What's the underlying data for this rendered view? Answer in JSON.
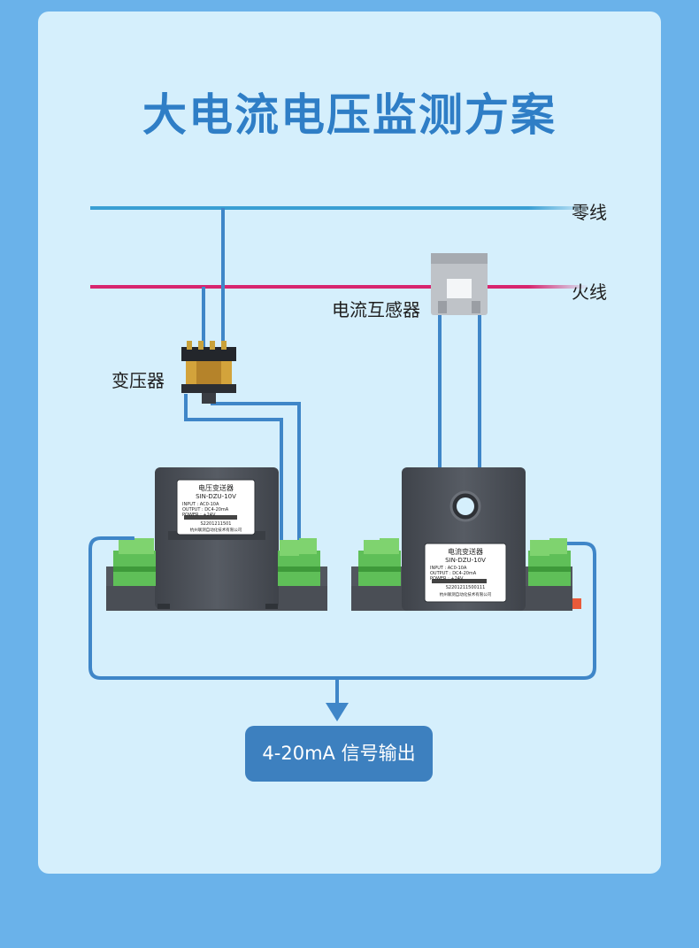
{
  "title": "大电流电压监测方案",
  "labels": {
    "neutral_line": "零线",
    "live_line": "火线",
    "current_transformer": "电流互感器",
    "transformer": "变压器"
  },
  "devices": [
    {
      "title": "电压变送器",
      "model": "SIN-DZU-10V",
      "input": "INPUT : AC0-10A",
      "output": "OUTPUT : DC4-20mA",
      "power": "POWER : +24V",
      "serial": "S2201211501",
      "company": "杭州联测自动化技术有限公司"
    },
    {
      "title": "电流变送器",
      "model": "SIN-DZU-10V",
      "input": "INPUT : AC0-10A",
      "output": "OUTPUT : DC4-20mA",
      "power": "POWER : +24V",
      "serial": "S2201211500111",
      "company": "杭州联测自动化技术有限公司"
    }
  ],
  "output_label": "4-20mA 信号输出",
  "colors": {
    "background": "#6ab2ea",
    "card": "#d5effc",
    "title": "#2f7ec6",
    "neutral_wire": "#3a9fd3",
    "live_wire": "#d8256e",
    "signal_wire": "#3f86c8",
    "output_box": "#3d80bf"
  }
}
